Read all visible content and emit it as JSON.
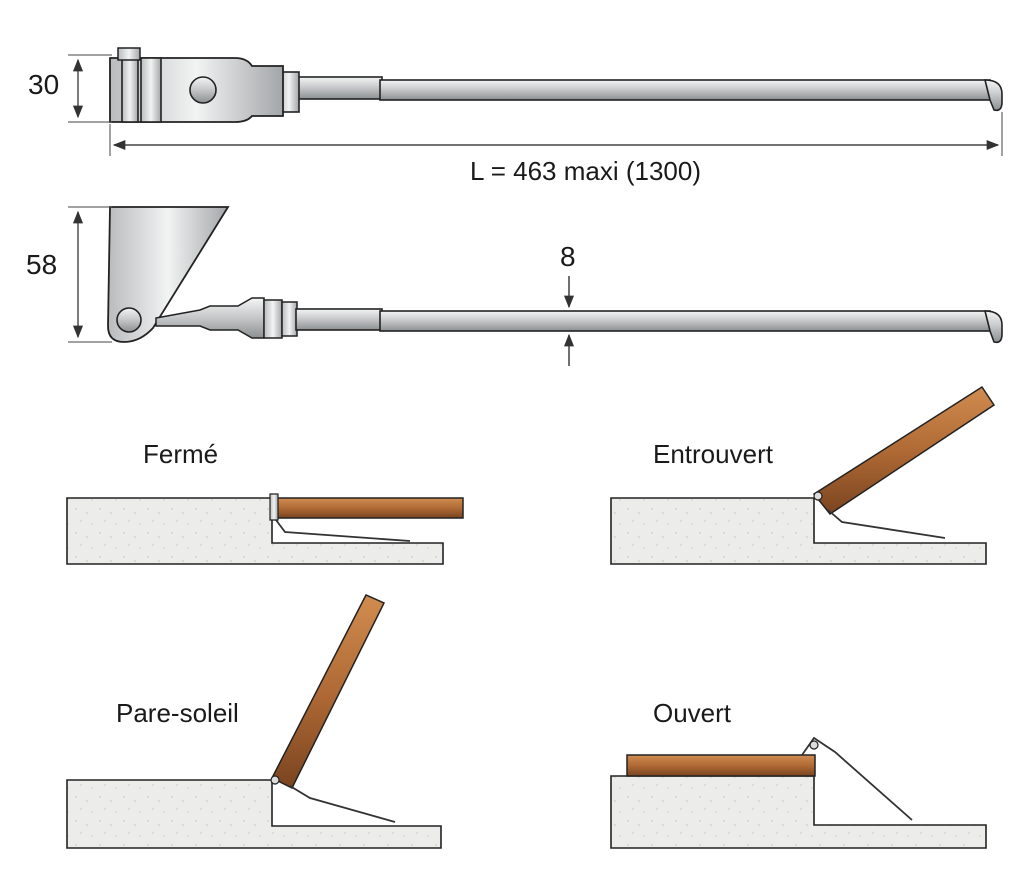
{
  "dimensions": {
    "height_top": "30",
    "length": "L = 463 maxi (1300)",
    "height_side": "58",
    "thickness": "8"
  },
  "states": {
    "closed": "Fermé",
    "ajar": "Entrouvert",
    "sunshade": "Pare-soleil",
    "open": "Ouvert"
  },
  "colors": {
    "metal": "#c9cbcc",
    "metal_dark": "#8d9092",
    "wood": "#b06a35",
    "wood_dark": "#7a4420",
    "stone": "#ececea",
    "stroke": "#222222"
  }
}
